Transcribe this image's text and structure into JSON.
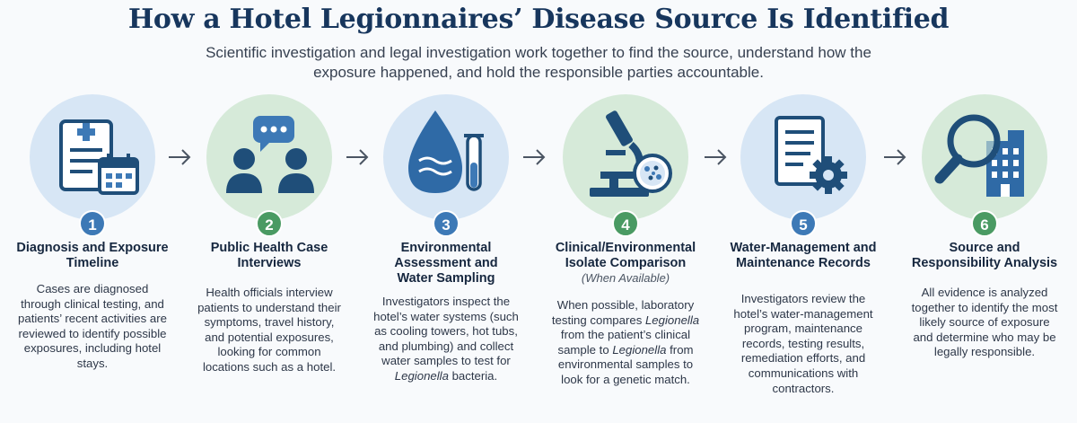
{
  "header": {
    "title": "How a Hotel Legionnaires’ Disease Source Is Identified",
    "subtitle": "Scientific investigation and legal investigation work together to find the source, understand how the exposure happened, and hold the responsible parties accountable."
  },
  "colors": {
    "navy": "#17365d",
    "blue_circle": "#d7e6f5",
    "green_circle": "#d6ead9",
    "blue_badge": "#3d79b6",
    "green_badge": "#4a9a63",
    "icon_dark": "#1f4e79"
  },
  "steps": [
    {
      "number": "1",
      "icon": "medical-record-calendar-icon",
      "title": "Diagnosis and Exposure Timeline",
      "note": "",
      "description": "Cases are diagnosed through clinical testing, and patients’ recent activities are reviewed to identify possible exposures, including hotel stays."
    },
    {
      "number": "2",
      "icon": "people-speech-bubble-icon",
      "title": "Public Health Case Interviews",
      "note": "",
      "description": "Health officials interview patients to understand their symptoms, travel history, and potential exposures, looking for common locations such as a hotel."
    },
    {
      "number": "3",
      "icon": "water-drop-test-tube-icon",
      "title": "Environmental Assessment and Water Sampling",
      "note": "",
      "description_parts": [
        "Investigators inspect the hotel’s water systems (such as cooling towers, hot tubs, and plumbing) and collect water samples to test for ",
        "Legionella",
        " bacteria."
      ]
    },
    {
      "number": "4",
      "icon": "microscope-petri-dish-icon",
      "title": "Clinical/Environmental Isolate Comparison",
      "note": "(When Available)",
      "description_parts": [
        "When possible, laboratory testing compares ",
        "Legionella",
        " from the patient’s clinical sample to ",
        "Legionella",
        " from environmental samples to look for a genetic match."
      ]
    },
    {
      "number": "5",
      "icon": "document-gear-icon",
      "title": "Water-Management and Maintenance Records",
      "note": "",
      "description": "Investigators review the hotel’s water-management program, maintenance records, testing results, remediation efforts, and communications with contractors."
    },
    {
      "number": "6",
      "icon": "magnifier-building-icon",
      "title": "Source and Responsibility Analysis",
      "note": "",
      "description": "All evidence is analyzed together to identify the most likely source of exposure and determine who may be legally responsible."
    }
  ]
}
